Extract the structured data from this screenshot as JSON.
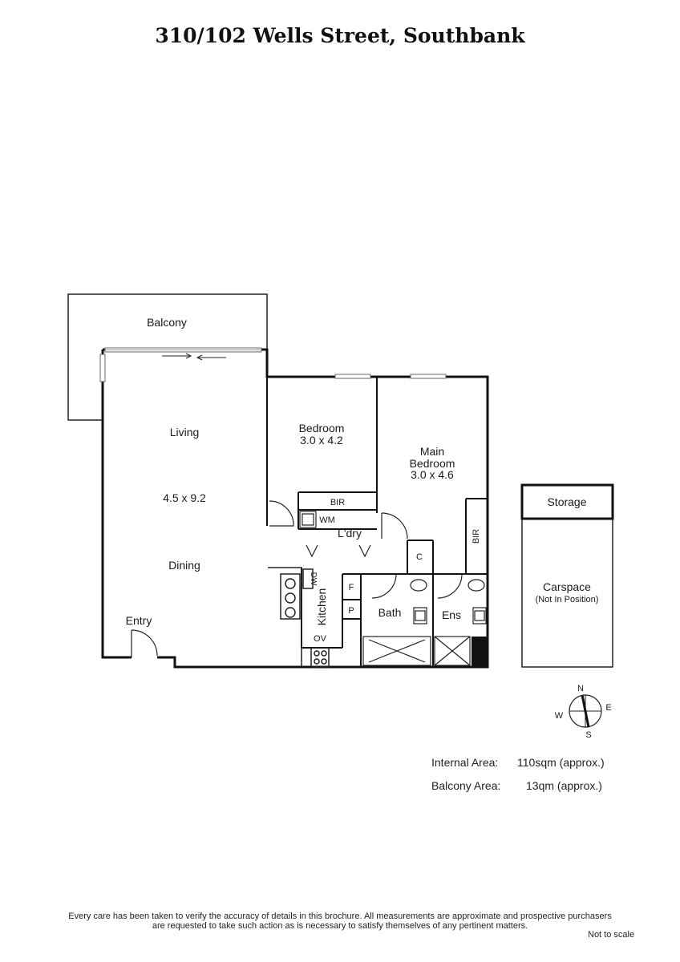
{
  "title": "310/102 Wells Street, Southbank",
  "rooms": {
    "balcony": "Balcony",
    "living": "Living",
    "living_size": "4.5 x 9.2",
    "dining": "Dining",
    "entry": "Entry",
    "bedroom": "Bedroom",
    "bedroom_size": "3.0 x 4.2",
    "main_bedroom_1": "Main",
    "main_bedroom_2": "Bedroom",
    "main_bedroom_size": "3.0 x 4.6",
    "bir": "BIR",
    "bir_main": "BIR",
    "wm": "WM",
    "laundry": "L'dry",
    "c": "C",
    "dw": "DW",
    "kitchen": "Kitchen",
    "f": "F",
    "p": "P",
    "ov": "OV",
    "bath": "Bath",
    "ens": "Ens",
    "storage": "Storage",
    "carspace": "Carspace",
    "carspace_note": "(Not In Position)"
  },
  "compass": {
    "n": "N",
    "e": "E",
    "s": "S",
    "w": "W"
  },
  "areas": {
    "internal_label": "Internal Area:",
    "internal_value": "110sqm (approx.)",
    "balcony_label": "Balcony Area:",
    "balcony_value": "13qm (approx.)"
  },
  "disclaimer_line1": "Every care has been taken to verify the accuracy of details in this brochure.  All measurements are approximate and prospective purchasers",
  "disclaimer_line2": "are requested to take such action as is necessary to satisfy themselves of any pertinent matters.",
  "not_to_scale": "Not to scale"
}
